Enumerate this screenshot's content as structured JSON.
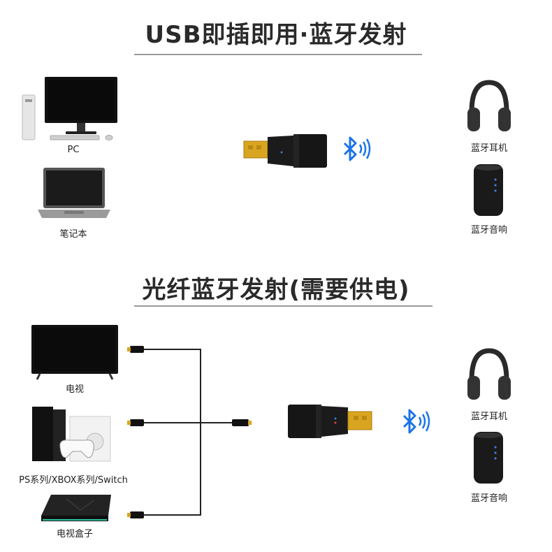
{
  "section1": {
    "title": "USB即插即用·蓝牙发射",
    "sources": [
      {
        "label": "PC"
      },
      {
        "label": "笔记本"
      }
    ],
    "targets": [
      {
        "label": "蓝牙耳机"
      },
      {
        "label": "蓝牙音响"
      }
    ]
  },
  "section2": {
    "title": "光纤蓝牙发射(需要供电)",
    "sources": [
      {
        "label": "电视"
      },
      {
        "label": "PS系列/XBOX系列/Switch"
      },
      {
        "label": "电视盒子"
      }
    ],
    "targets": [
      {
        "label": "蓝牙耳机"
      },
      {
        "label": "蓝牙音响"
      }
    ]
  },
  "colors": {
    "bluetooth": "#1a73e8",
    "device_black": "#1a1a1a",
    "usb_gold": "#d9a520",
    "cable": "#222222",
    "rule": "#9a9a9a"
  }
}
